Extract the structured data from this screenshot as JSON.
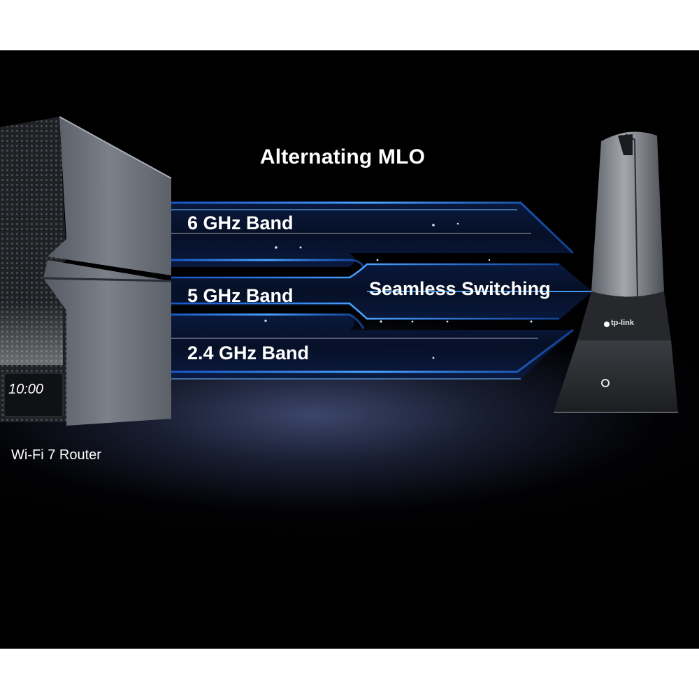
{
  "headline": "Alternating MLO",
  "bands": [
    {
      "label": "6 GHz Band"
    },
    {
      "label": "5 GHz Band"
    },
    {
      "label": "2.4 GHz Band"
    }
  ],
  "switching_label": "Seamless Switching",
  "router": {
    "caption": "Wi-Fi 7 Router",
    "display_time": "10:00"
  },
  "adapter": {
    "brand_logo": "tp-link"
  },
  "colors": {
    "background": "#000000",
    "stream_blue": "#2f8bff",
    "stream_glow": "#9fd4ff",
    "router_body": "#6b7079",
    "adapter_body": "#8d9299"
  }
}
